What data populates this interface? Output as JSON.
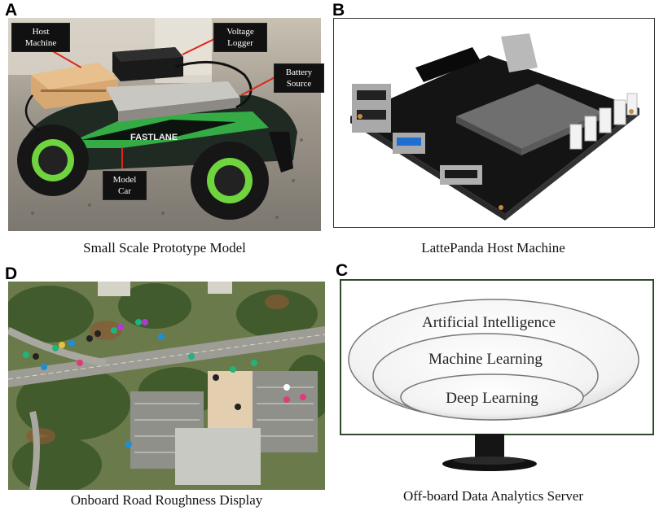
{
  "panels": {
    "a": {
      "letter": "A",
      "caption": "Small Scale Prototype Model",
      "callouts": {
        "host_machine": "Host Machine",
        "voltage_logger": "Voltage Logger",
        "battery_source": "Battery Source",
        "model_car": "Model Car"
      },
      "car_branding": "FASTLANE"
    },
    "b": {
      "letter": "B",
      "caption": "LattePanda Host Machine"
    },
    "c": {
      "letter": "C",
      "caption": "Off-board Data Analytics Server",
      "layers": {
        "outer": "Artificial Intelligence",
        "middle": "Machine Learning",
        "inner": "Deep Learning"
      }
    },
    "d": {
      "letter": "D",
      "caption": "Onboard Road Roughness Display"
    }
  },
  "colors": {
    "monitor_frame": "#2f4a2a",
    "leader_line": "#e0261b",
    "callout_bg": "#111111"
  }
}
